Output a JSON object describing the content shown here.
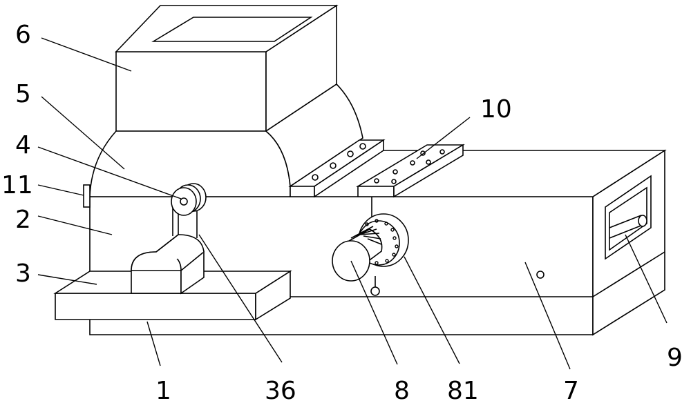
{
  "labels": {
    "l6": "6",
    "l5": "5",
    "l4": "4",
    "l11": "11",
    "l2": "2",
    "l3": "3",
    "l10": "10",
    "l1": "1",
    "l36": "36",
    "l8": "8",
    "l81": "81",
    "l7": "7",
    "l9": "9"
  }
}
